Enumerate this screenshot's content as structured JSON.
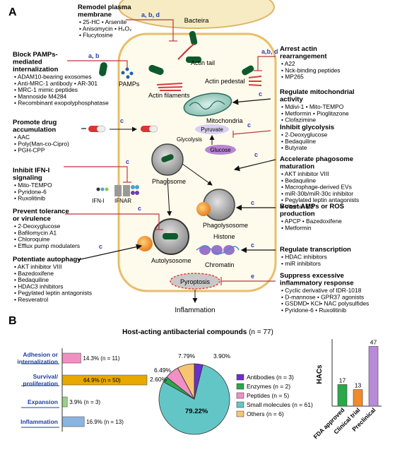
{
  "panel_a": {
    "label": "A",
    "bacteria_label": "Bacteira",
    "groups": {
      "remodel": {
        "title": "Remodel plasma\nmembrane",
        "code": "a, b, d",
        "items": [
          "• 25-HC  • Arsenite",
          "• Anisomycin  • H₂O₂",
          "• Flucytosine"
        ]
      },
      "pamps": {
        "title": "Block PAMPs-\nmediated\ninternalization",
        "code": "a, b",
        "items": [
          "• ADAM10-bearing exosomes",
          "• Anti-MRC-1 antibody  • AR-301",
          "• MRC-1 mimic peptides",
          "• Mannoside M4284",
          "• Recombinant exopolyphosphatase"
        ]
      },
      "actin": {
        "title": "Arrest actin\nrearrangement",
        "code": "a,b, d",
        "items": [
          "• A22",
          "• Nck-binding peptides",
          "• MP265"
        ]
      },
      "mito": {
        "title": "Regulate mitochondrial\nactivity",
        "code": "c",
        "items": [
          "• Mdivi-1       • Mito-TEMPO",
          "• Metformin  • Pioglitazone",
          "• Clofazimine"
        ]
      },
      "drug": {
        "title": "Promote drug\naccumulation",
        "code": "c",
        "items": [
          "• AAC",
          "• Poly(Man-co-Cipro)",
          "• PGH-CPP"
        ]
      },
      "glyco": {
        "title": "Inhibit glycolysis",
        "code": "c",
        "items": [
          "• 2-Deoxyglucose",
          "• Bedaquiline",
          "• Butyrate"
        ]
      },
      "ifn": {
        "title": "Inhibit IFN-I\nsignaling",
        "code": "c",
        "items": [
          "• Mito-TEMPO",
          "• Pyridone-6",
          "• Ruxolitinib"
        ]
      },
      "phago": {
        "title": "Accelerate phagosome\nmaturation",
        "code": "c",
        "items": [
          "• AKT inhibitor VIII",
          "• Bedaquiline",
          "• Macrophage-derived EVs",
          "• miR-30b/miR-30c inhibitor",
          "• Pegylated leptin antagonists",
          "• Vitamin D3"
        ]
      },
      "tolerance": {
        "title": "Prevent tolerance\nor virulence",
        "code": "c",
        "items": [
          "• 2-Deoxyglucose",
          "• Bafilomycin A1",
          "• Chloroquine",
          "• Efflux pump modulaters"
        ]
      },
      "amps": {
        "title": "Boost AMPs or ROS\nproduction",
        "code": "c",
        "items": [
          "• APCP   • Bazedoxifene",
          "• Metformin"
        ]
      },
      "autophagy": {
        "title": "Potentiate autophagy",
        "code": "c",
        "items": [
          "• AKT inhibitor VIII",
          "• Bazedoxifene",
          "• Bedaquiline",
          "• HDAC3 inhibitors",
          "• Pegylated leptin antagonists",
          "• Resveratrol"
        ]
      },
      "transcription": {
        "title": "Regulate transcription",
        "code": "c",
        "items": [
          "• HDAC inhibitors",
          "• miR inhibitors"
        ]
      },
      "inflam": {
        "title": "Suppress excessive\ninflammatory response",
        "code": "e",
        "items": [
          "• Cyclic derivative of IDR-1018",
          "• D-mannose     • GPR37 agonists",
          "• GSDMD• KCl• NAC polysulfides",
          "• Pyridone-6     • Ruxolitinib",
          "• Songorine      • Sulfonylurea"
        ]
      }
    },
    "cell_labels": {
      "pamps": "PAMPs",
      "actin_tail": "Actin tail",
      "actin_pedestal": "Actin pedestal",
      "actin_filaments": "Actin filaments",
      "mitochondria": "Mitochondria",
      "pyruvate": "Pyruvate",
      "glycolysis": "Glycolysis",
      "glucose": "Glucose",
      "phagosome": "Phagosome",
      "ifn": "IFN-I",
      "ifnar": "IFNAR",
      "phagolysosome": "Phagolysosome",
      "histone": "Histone",
      "autolysosome": "Autolysosome",
      "chromatin": "Chromatin",
      "pyroptosis": "Pyroptosis",
      "inflammation": "Inflammation"
    }
  },
  "panel_b": {
    "label": "B",
    "title": "Host-acting antibacterial compounds",
    "title_n": "(n = 77)",
    "hac_axis_label": "HACs",
    "colors": {
      "adhesion": "#f18fc3",
      "survival": "#e8a800",
      "expansion": "#9ad08a",
      "inflammation": "#8ab5e0",
      "antibodies": "#6a2fd0",
      "enzymes": "#2aa84a",
      "peptides": "#f28fc6",
      "small": "#63c6c6",
      "others": "#f7c56f",
      "fda": "#2aa84a",
      "clinical": "#f08a2a",
      "preclinical": "#b98ad8"
    }
  },
  "chart_data": [
    {
      "type": "bar",
      "orientation": "horizontal",
      "categories": [
        "Adhesion or internalization",
        "Survival/ proliferation",
        "Expansion",
        "Inflammation"
      ],
      "values": [
        11,
        50,
        3,
        13
      ],
      "labels": [
        "14.3% (n = 11)",
        "64.9% (n = 50)",
        "3.9% (n = 3)",
        "16.9% (n = 13)"
      ]
    },
    {
      "type": "pie",
      "categories": [
        "Antibodies",
        "Enzymes",
        "Peptides",
        "Small molecules",
        "Others"
      ],
      "values": [
        3,
        2,
        5,
        61,
        6
      ],
      "percent_labels": [
        "3.90%",
        "2.60%",
        "6.49%",
        "79.22%",
        "7.79%"
      ],
      "legend": [
        "Antibodies (n = 3)",
        "Enzymes (n = 2)",
        "Peptides (n = 5)",
        "Small molecules (n = 61)",
        "Others (n = 6)"
      ]
    },
    {
      "type": "bar",
      "categories": [
        "FDA approved",
        "Clinical trial",
        "Preclinical"
      ],
      "values": [
        17,
        13,
        47
      ],
      "ylabel": "HACs",
      "ylim": [
        0,
        50
      ]
    }
  ]
}
